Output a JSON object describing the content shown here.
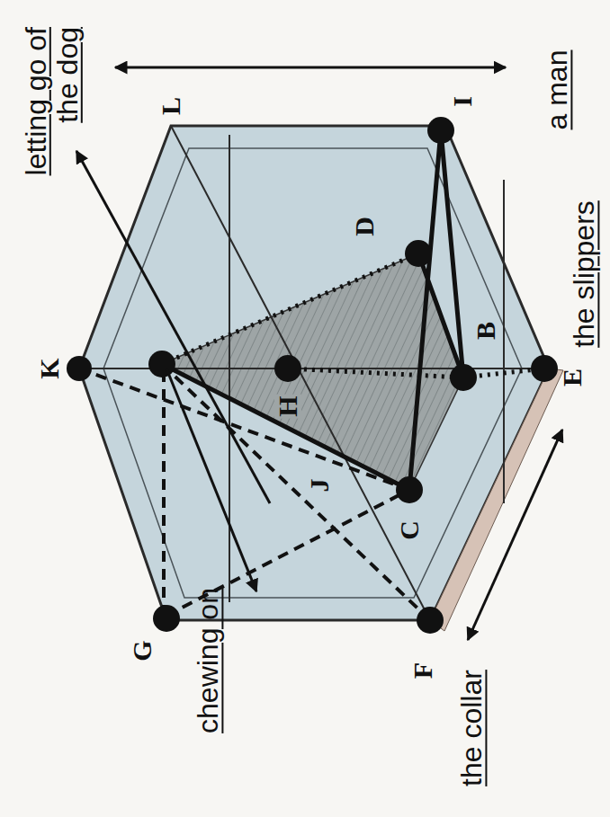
{
  "diagram": {
    "labels": [
      "letting go of the dog",
      "a man",
      "the slippers",
      "the collar",
      "chewing on",
      "L",
      "I",
      "D",
      "K",
      "H",
      "B",
      "E",
      "J",
      "C",
      "G",
      "F"
    ]
  }
}
